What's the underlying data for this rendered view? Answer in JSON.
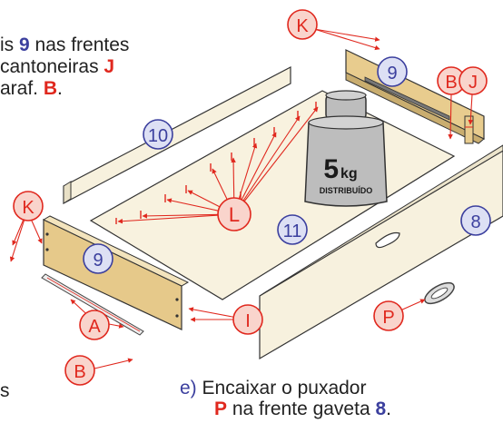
{
  "instruction_d": {
    "line1_pre": "is ",
    "line1_num": "9",
    "line1_post": " nas frentes",
    "line2_pre": "cantoneiras ",
    "line2_part": "J",
    "line3_pre": "araf. ",
    "line3_part": "B",
    "line3_post": ".",
    "line4": "s"
  },
  "instruction_e": {
    "step": "e)",
    "line1": "Encaixar o puxador",
    "line2_part": "P",
    "line2_mid": " na frente gaveta ",
    "line2_num": "8",
    "line2_post": "."
  },
  "weight": {
    "value": "5",
    "unit": "kg",
    "note": "DISTRIBUÍDO"
  },
  "callouts": {
    "K": "K",
    "J": "J",
    "B": "B",
    "L": "L",
    "A": "A",
    "I": "I",
    "P": "P",
    "n8": "8",
    "n9": "9",
    "n10": "10",
    "n11": "11"
  },
  "colors": {
    "callout_fill": "#f9d4cc",
    "callout_stroke": "#e0281e",
    "number_fill": "#dde0f4",
    "number_stroke": "#3b3f9e",
    "panel": "#f8f2df",
    "wood": "#e6c98a",
    "text_blue": "#3b3f9e",
    "text_red": "#e0281e"
  }
}
